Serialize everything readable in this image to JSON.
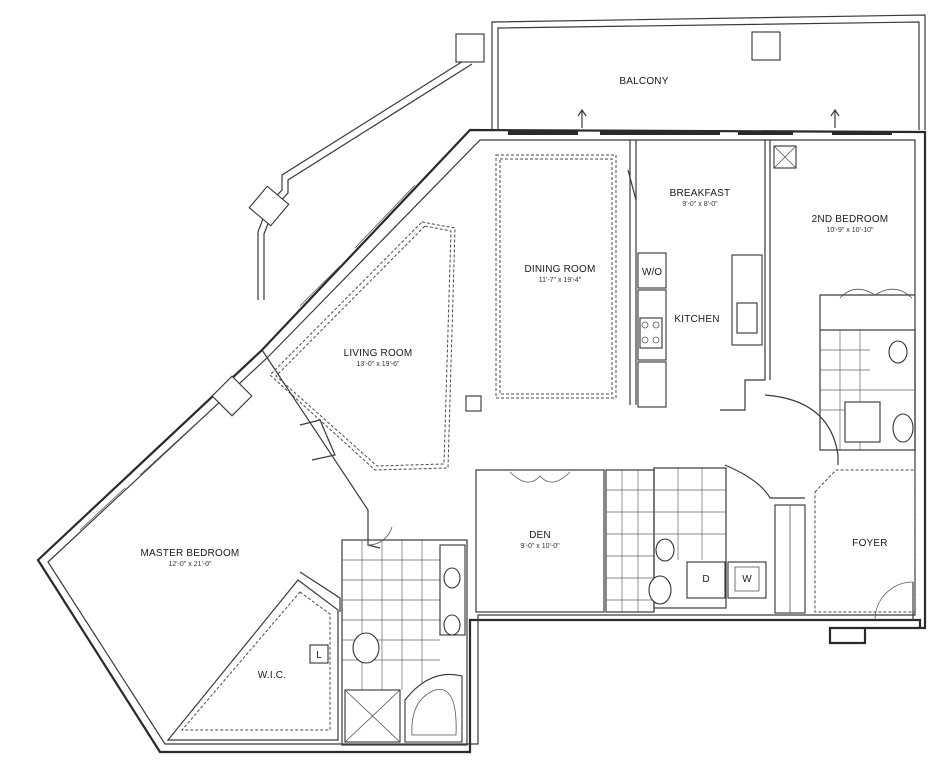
{
  "rooms": {
    "balcony": {
      "name": "BALCONY"
    },
    "breakfast": {
      "name": "BREAKFAST",
      "dims": "9'-0\" x 8'-0\""
    },
    "second_bedroom": {
      "name": "2ND BEDROOM",
      "dims": "10'-9\" x 10'-10\""
    },
    "dining_room": {
      "name": "DINING ROOM",
      "dims": "11'-7\" x 19'-4\""
    },
    "kitchen": {
      "name": "KITCHEN"
    },
    "living_room": {
      "name": "LIVING ROOM",
      "dims": "13'-0\" x 19'-6\""
    },
    "master_bedroom": {
      "name": "MASTER BEDROOM",
      "dims": "12'-0\" x 21'-0\""
    },
    "den": {
      "name": "DEN",
      "dims": "9'-0\" x 10'-0\""
    },
    "foyer": {
      "name": "FOYER"
    },
    "wic": {
      "name": "W.I.C."
    }
  },
  "fixtures": {
    "washer_dryer_closet": "W/O",
    "dryer": "D",
    "washer": "W",
    "linen": "L"
  }
}
